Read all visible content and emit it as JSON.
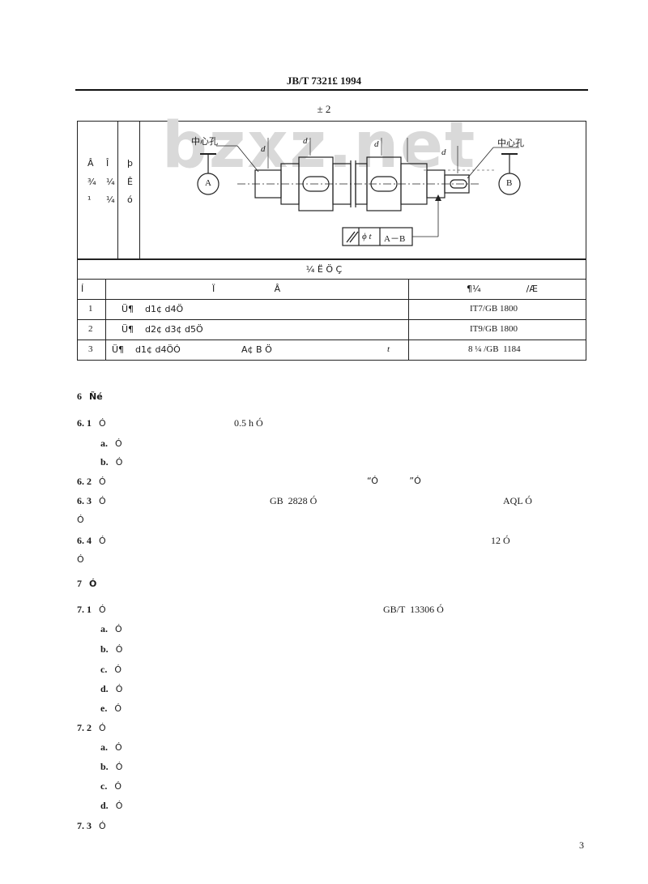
{
  "header": {
    "standard_code": "JB/T  7321£  1994"
  },
  "table": {
    "title": "±   2",
    "left_col_glyphs": [
      "Â",
      "Î",
      "þ"
    ],
    "left_col_glyphs2": [
      "¾",
      "¼",
      "Ê"
    ],
    "left_col_glyphs3": [
      "¹",
      "¼",
      "ó"
    ],
    "drawing": {
      "center_hole_left": "中心孔",
      "center_hole_right": "中心孔",
      "datum_a": "A",
      "datum_b": "B",
      "d1": "d",
      "d2": "d",
      "d3": "d",
      "d4": "d",
      "tol_symbol": "∕",
      "tol_value": "ϕ t",
      "tol_datum": "A－B"
    },
    "subtitle": "¼      Ë      Ö      Ç",
    "col_headers": [
      "Í",
      "Ï                     Â",
      "¶¼                /Æ"
    ],
    "rows": [
      {
        "no": "1",
        "item": "Ü¶    d1¢ d4Ö",
        "tail": "",
        "std": "IT7/GB  1800"
      },
      {
        "no": "2",
        "item": "Ü¶    d2¢ d3¢ d5Ö",
        "tail": "",
        "std": "IT9/GB  1800"
      },
      {
        "no": "3",
        "item": "Ü¶    d1¢ d4ÖÓ",
        "mid": "A¢ B Ö",
        "tail": "t",
        "std": "8 ¼ /GB  1184"
      }
    ]
  },
  "body": [
    {
      "id": "s6",
      "num": "6",
      "text": "Ñé"
    },
    {
      "id": "s61",
      "num": "6. 1",
      "text": "Ó",
      "extra": "0.5 h Ó"
    },
    {
      "id": "s61a",
      "num": "a.",
      "text": "Ó"
    },
    {
      "id": "s61b",
      "num": "b.",
      "text": "Ó"
    },
    {
      "id": "s62",
      "num": "6. 2",
      "text": "Ó",
      "extra": "“Ó           ”Ó"
    },
    {
      "id": "s63",
      "num": "6. 3",
      "text": "Ó",
      "extra": "GB  2828 Ó",
      "extra2": "AQL Ó"
    },
    {
      "id": "s63c",
      "text": "Ó"
    },
    {
      "id": "s64",
      "num": "6. 4",
      "text": "Ó",
      "extra": "12 Ó"
    },
    {
      "id": "s64c",
      "text": "Ó"
    },
    {
      "id": "s7",
      "num": "7",
      "text": "Ó"
    },
    {
      "id": "s71",
      "num": "7. 1",
      "text": "Ó",
      "extra": "GB/T  13306 Ó"
    },
    {
      "id": "s71a",
      "num": "a.",
      "text": "Ó"
    },
    {
      "id": "s71b",
      "num": "b.",
      "text": "Ó"
    },
    {
      "id": "s71c",
      "num": "c.",
      "text": "Ó"
    },
    {
      "id": "s71d",
      "num": "d.",
      "text": "Ó"
    },
    {
      "id": "s71e",
      "num": "e.",
      "text": "Ó"
    },
    {
      "id": "s72",
      "num": "7. 2",
      "text": "Ó"
    },
    {
      "id": "s72a",
      "num": "a.",
      "text": "Ó"
    },
    {
      "id": "s72b",
      "num": "b.",
      "text": "Ó"
    },
    {
      "id": "s72c",
      "num": "c.",
      "text": "Ó"
    },
    {
      "id": "s72d",
      "num": "d.",
      "text": "Ó"
    },
    {
      "id": "s73",
      "num": "7. 3",
      "text": "Ó"
    }
  ],
  "watermark": "bzxz.net",
  "page_number": "3"
}
